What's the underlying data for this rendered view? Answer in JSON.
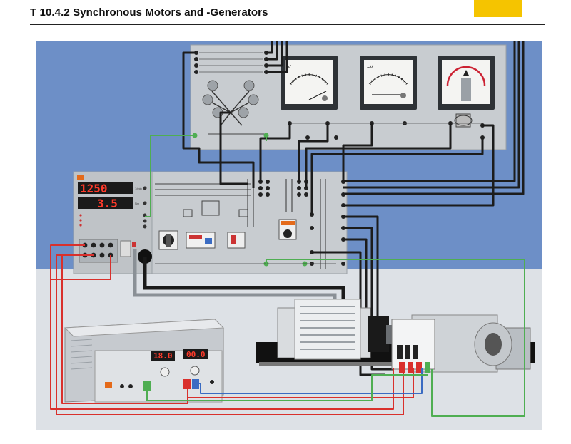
{
  "header": {
    "title": "T 10.4.2 Synchronous Motors and -Generators",
    "accent_color": "#f5c400"
  },
  "figure": {
    "control_unit": {
      "speed_display": "1250",
      "torque_display": "3.5"
    },
    "power_supply": {
      "voltage_display": "18.0",
      "current_display": "00.0"
    },
    "meters": {
      "voltmeter_unit": "V",
      "dc_voltmeter_unit": "=V"
    },
    "colors": {
      "wall": "#6d8fc7",
      "floor": "#dde1e6",
      "cable_red": "#d9302c",
      "cable_green": "#4fae52"
    }
  }
}
